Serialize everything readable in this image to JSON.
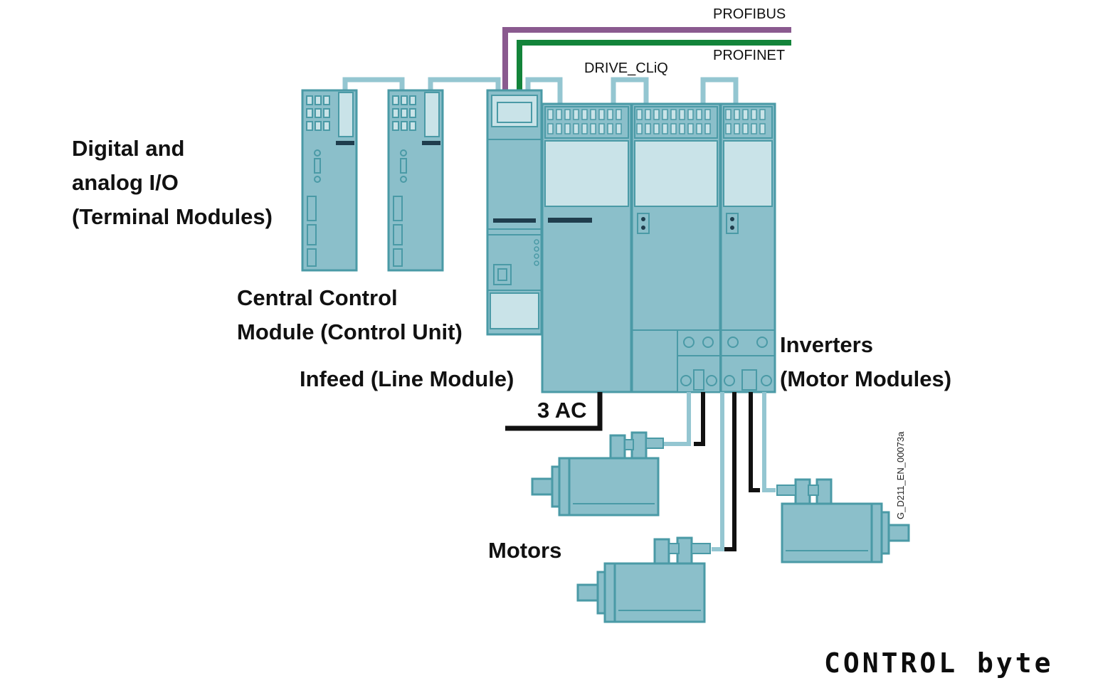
{
  "labels": {
    "io_line1": "Digital and",
    "io_line2": "analog I/O",
    "io_line3": "(Terminal Modules)",
    "ccm_line1": "Central Control",
    "ccm_line2": "Module (Control Unit)",
    "infeed": "Infeed (Line Module)",
    "inverters_line1": "Inverters",
    "inverters_line2": "(Motor Modules)",
    "motors": "Motors",
    "ac": "3 AC",
    "profibus": "PROFIBUS",
    "profinet": "PROFINET",
    "drivecliq": "DRIVE_CLiQ",
    "doc_code": "G_D211_EN_00073a"
  },
  "logo": {
    "text": "CONTROL byte"
  },
  "colors": {
    "module_fill": "#8bbfca",
    "module_stroke": "#4a9aa6",
    "light_panel": "#c9e3e8",
    "drivecliq_cable": "#94c6d1",
    "profibus": "#8a5a8f",
    "profinet": "#13843a",
    "power_cable": "#111111"
  }
}
